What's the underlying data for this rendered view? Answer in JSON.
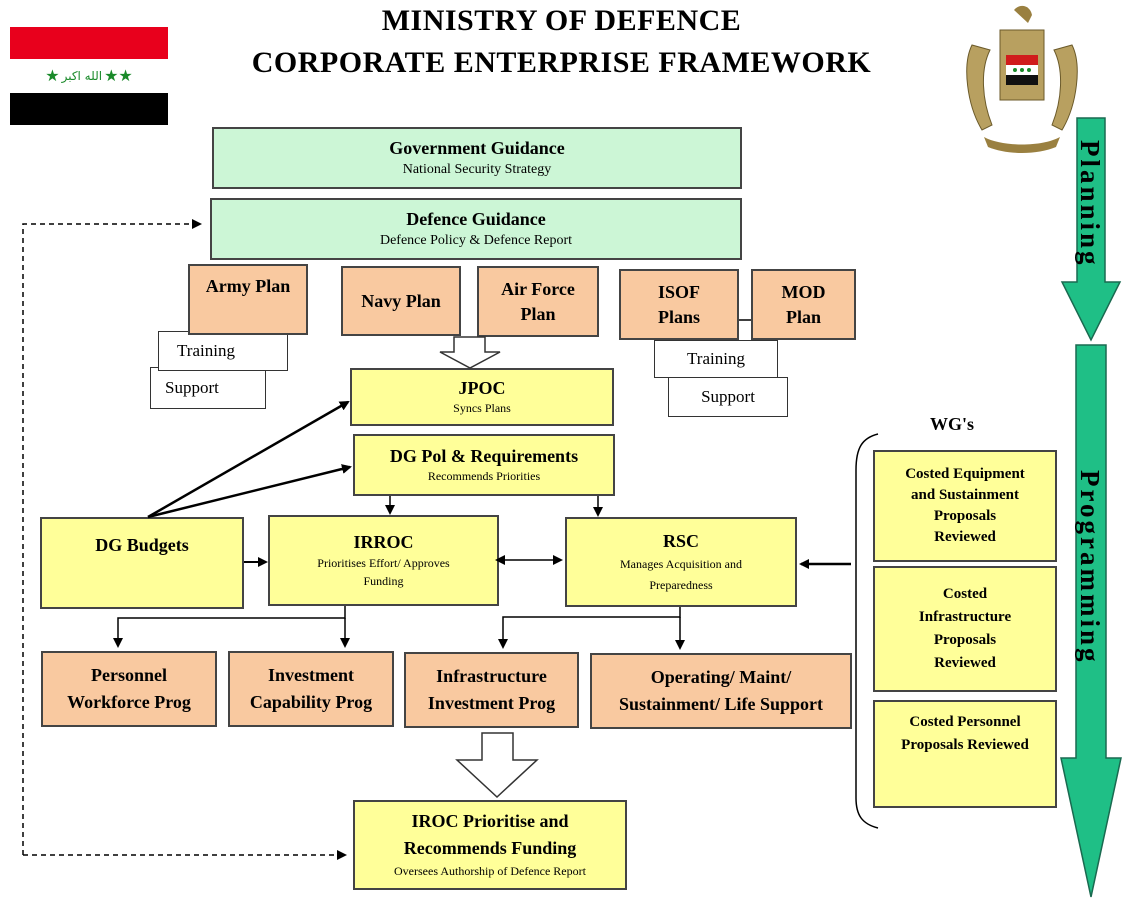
{
  "header": {
    "title_line1": "MINISTRY OF DEFENCE",
    "title_line2": "CORPORATE ENTERPRISE FRAMEWORK",
    "flag_text": "الله اكبر"
  },
  "guidance": {
    "government_title": "Government Guidance",
    "government_sub": "National Security Strategy",
    "defence_title": "Defence Guidance",
    "defence_sub": "Defence Policy & Defence Report"
  },
  "plans": {
    "army": "Army Plan",
    "navy": "Navy Plan",
    "airforce_1": "Air Force",
    "airforce_2": "Plan",
    "isof_1": "ISOF",
    "isof_2": "Plans",
    "mod_1": "MOD",
    "mod_2": "Plan",
    "training": "Training",
    "support": "Support"
  },
  "jpoc": {
    "title": "JPOC",
    "sub": "Syncs Plans"
  },
  "dgpol": {
    "title": "DG Pol & Requirements",
    "sub": "Recommends Priorities"
  },
  "dgbudgets": {
    "title": "DG Budgets"
  },
  "irroc": {
    "title": "IRROC",
    "sub_1": "Prioritises Effort/ Approves",
    "sub_2": "Funding"
  },
  "rsc": {
    "title": "RSC",
    "sub_1": "Manages Acquisition and",
    "sub_2": "Preparedness"
  },
  "programs": {
    "personnel_1": "Personnel",
    "personnel_2": "Workforce Prog",
    "investment_1": "Investment",
    "investment_2": "Capability Prog",
    "infrastructure_1": "Infrastructure",
    "infrastructure_2": "Investment Prog",
    "operating_1": "Operating/ Maint/",
    "operating_2": "Sustainment/ Life Support"
  },
  "iroc": {
    "title_1": "IROC Prioritise and",
    "title_2": "Recommends Funding",
    "sub": "Oversees Authorship of Defence Report"
  },
  "wg": {
    "label": "WG's",
    "equipment": [
      "Costed Equipment",
      "and Sustainment",
      "Proposals",
      "Reviewed"
    ],
    "infrastructure": [
      "Costed",
      "Infrastructure",
      "Proposals",
      "Reviewed"
    ],
    "personnel": [
      "Costed Personnel",
      "Proposals Reviewed"
    ]
  },
  "phases": {
    "planning": "Planning",
    "programming": "Programming"
  },
  "colors": {
    "green_box": "#ccf6d6",
    "yellow_box": "#ffff99",
    "orange_box": "#f9c9a0",
    "phase_arrow": "#1fbf86"
  }
}
